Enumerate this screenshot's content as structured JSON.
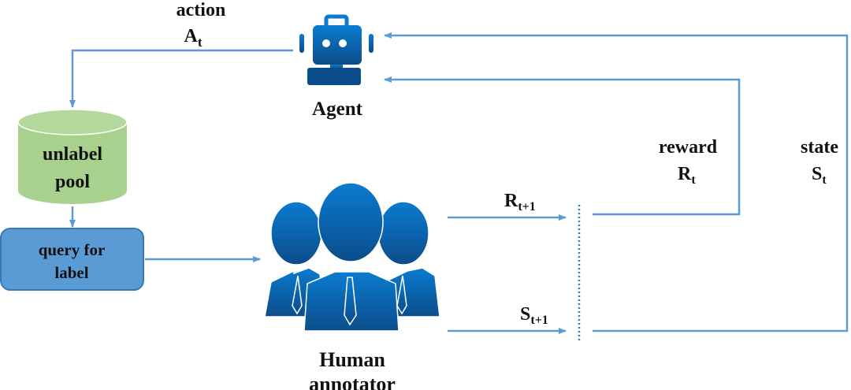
{
  "colors": {
    "line": "#5b9bd5",
    "icon": "#0a66b3",
    "cylinder": "#a9d18e",
    "box": "#5b9bd5"
  },
  "action": {
    "label": "action",
    "symbol": "A",
    "sub": "t"
  },
  "agent": {
    "label": "Agent",
    "icon": "robot-icon"
  },
  "pool": {
    "line1": "unlabel",
    "line2": "pool"
  },
  "query": {
    "line1": "query for",
    "line2": "label"
  },
  "human": {
    "line1": "Human",
    "line2": "annotator",
    "icon": "people-icon"
  },
  "r_next": {
    "symbol": "R",
    "sub": "t+1"
  },
  "s_next": {
    "symbol": "S",
    "sub": "t+1"
  },
  "reward": {
    "label": "reward",
    "symbol": "R",
    "sub": "t"
  },
  "state": {
    "label": "state",
    "symbol": "S",
    "sub": "t"
  }
}
